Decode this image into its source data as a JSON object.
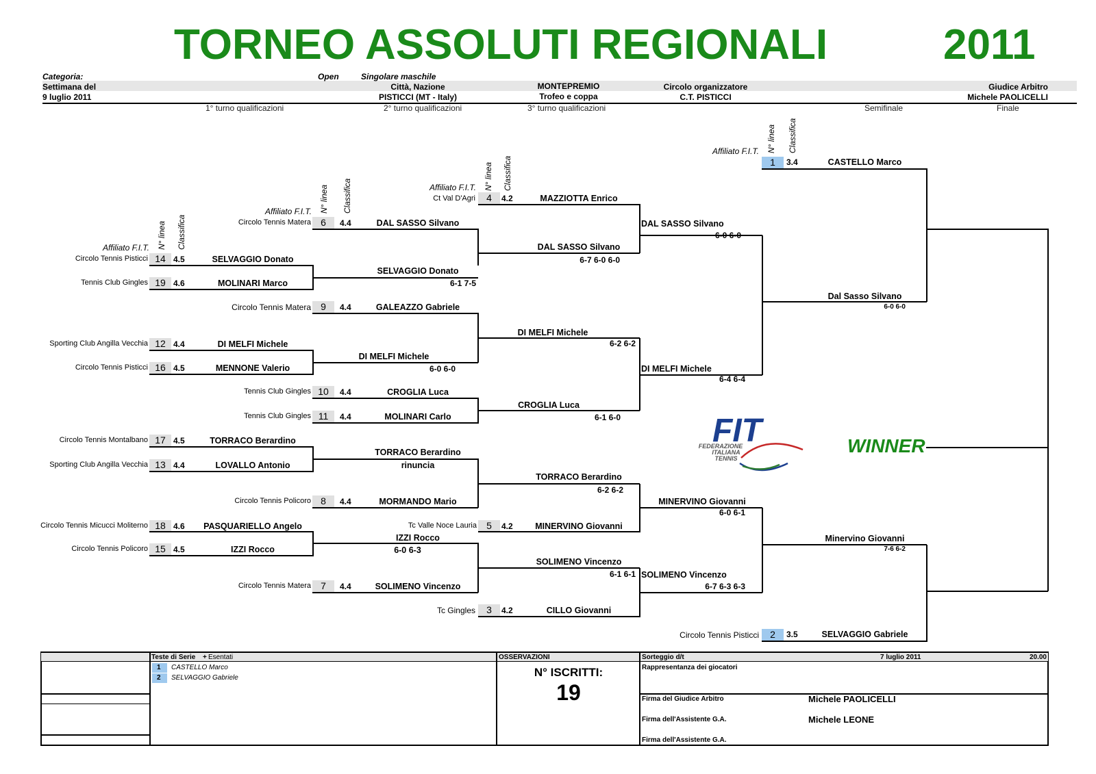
{
  "title": "TORNEO ASSOLUTI REGIONALI",
  "year": "2011",
  "header": {
    "categoria_label": "Categoria:",
    "open": "Open",
    "singolare": "Singolare maschile",
    "settimana_label": "Settimana del",
    "settimana_value": "9 luglio 2011",
    "citta_label": "Città, Nazione",
    "citta_value": "PISTICCI (MT - Italy)",
    "montepremio_label": "MONTEPREMIO",
    "montepremio_value": "Trofeo e coppa",
    "circolo_label": "Circolo organizzatore",
    "circolo_value": "C.T. PISTICCI",
    "giudice_label": "Giudice Arbitro",
    "giudice_value": "Michele PAOLICELLI"
  },
  "rounds": [
    "1° turno qualificazioni",
    "2° turno qualificazioni",
    "3° turno qualificazioni",
    "Semifinale",
    "Finale"
  ],
  "col_labels": {
    "affiliato": "Affiliato F.I.T.",
    "nlinea": "N° linea",
    "classifica": "Classifica"
  },
  "entries": [
    {
      "club": "Circolo Tennis Pisticci",
      "num": "14",
      "rank": "4.5",
      "name": "SELVAGGIO Donato"
    },
    {
      "club": "Tennis Club Gingles",
      "num": "19",
      "rank": "4.6",
      "name": "MOLINARI Marco"
    },
    {
      "club": "Circolo Tennis Matera",
      "num": "6",
      "rank": "4.4",
      "name": "DAL SASSO Silvano"
    },
    {
      "club": "Ct Val D'Agri",
      "num": "4",
      "rank": "4.2",
      "name": "MAZZIOTTA Enrico"
    },
    {
      "club": "",
      "num": "1",
      "rank": "3.4",
      "name": "CASTELLO Marco"
    },
    {
      "club": "Circolo Tennis Matera",
      "num": "9",
      "rank": "4.4",
      "name": "GALEAZZO Gabriele"
    },
    {
      "club": "Sporting Club Angilla Vecchia",
      "num": "12",
      "rank": "4.4",
      "name": "DI MELFI Michele"
    },
    {
      "club": "Circolo Tennis Pisticci",
      "num": "16",
      "rank": "4.5",
      "name": "MENNONE Valerio"
    },
    {
      "club": "Tennis Club Gingles",
      "num": "10",
      "rank": "4.4",
      "name": "CROGLIA Luca"
    },
    {
      "club": "Tennis Club Gingles",
      "num": "11",
      "rank": "4.4",
      "name": "MOLINARI Carlo"
    },
    {
      "club": "Circolo Tennis Montalbano",
      "num": "17",
      "rank": "4.5",
      "name": "TORRACO Berardino"
    },
    {
      "club": "Sporting Club Angilla Vecchia",
      "num": "13",
      "rank": "4.4",
      "name": "LOVALLO Antonio"
    },
    {
      "club": "Circolo Tennis Policoro",
      "num": "8",
      "rank": "4.4",
      "name": "MORMANDO Mario"
    },
    {
      "club": "Circolo Tennis Micucci Moliterno",
      "num": "18",
      "rank": "4.6",
      "name": "PASQUARIELLO Angelo"
    },
    {
      "club": "Circolo Tennis Policoro",
      "num": "15",
      "rank": "4.5",
      "name": "IZZI Rocco"
    },
    {
      "club": "Tc Valle Noce Lauria",
      "num": "5",
      "rank": "4.2",
      "name": "MINERVINO Giovanni"
    },
    {
      "club": "Circolo Tennis Matera",
      "num": "7",
      "rank": "4.4",
      "name": "SOLIMENO Vincenzo"
    },
    {
      "club": "Tc Gingles",
      "num": "3",
      "rank": "4.2",
      "name": "CILLO Giovanni"
    },
    {
      "club": "Circolo Tennis Pisticci",
      "num": "2",
      "rank": "3.5",
      "name": "SELVAGGIO Gabriele"
    }
  ],
  "results": [
    {
      "name": "SELVAGGIO Donato",
      "score": "6-1 7-5"
    },
    {
      "name": "DAL SASSO Silvano",
      "score": "6-7 6-0 6-0"
    },
    {
      "name": "DAL SASSO Silvano",
      "score": "6-0 6-0"
    },
    {
      "name": "Dal Sasso Silvano",
      "score": "6-0 6-0"
    },
    {
      "name": "DI MELFI Michele",
      "score": "6-0 6-0"
    },
    {
      "name": "DI MELFI Michele",
      "score": "6-2 6-2"
    },
    {
      "name": "CROGLIA Luca",
      "score": "6-1 6-0"
    },
    {
      "name": "DI MELFI Michele",
      "score": "6-4 6-4"
    },
    {
      "name": "TORRACO Berardino",
      "score": "rinuncia"
    },
    {
      "name": "TORRACO Berardino",
      "score": "6-2 6-2"
    },
    {
      "name": "IZZI Rocco",
      "score": "6-0 6-3"
    },
    {
      "name": "SOLIMENO Vincenzo",
      "score": "6-1 6-1"
    },
    {
      "name": "MINERVINO Giovanni",
      "score": "6-0 6-1"
    },
    {
      "name": "SOLIMENO Vincenzo",
      "score": "6-7 6-3 6-3"
    },
    {
      "name": "Minervino Giovanni",
      "score": "7-6 6-2"
    }
  ],
  "winner_label": "WINNER",
  "logo": {
    "brand": "FIT",
    "line1": "FEDERAZIONE",
    "line2": "ITALIANA",
    "line3": "TENNIS"
  },
  "footer": {
    "teste_label": "Teste di Serie",
    "plus": "+",
    "esentati": "Esentati",
    "seeds": [
      {
        "num": "1",
        "name": "CASTELLO Marco"
      },
      {
        "num": "2",
        "name": "SELVAGGIO Gabriele"
      }
    ],
    "osservazioni": "OSSERVAZIONI",
    "iscritti_label": "N° ISCRITTI:",
    "iscritti_value": "19",
    "sorteggio_label": "Sorteggio d/t",
    "sorteggio_date": "7 luglio 2011",
    "sorteggio_time": "20.00",
    "rappresentanza": "Rappresentanza dei giocatori",
    "firma_giudice": "Firma del Giudice Arbitro",
    "firma_giudice_value": "Michele PAOLICELLI",
    "firma_assist1": "Firma dell'Assistente G.A.",
    "firma_assist1_value": "Michele LEONE",
    "firma_assist2": "Firma dell'Assistente G.A."
  }
}
